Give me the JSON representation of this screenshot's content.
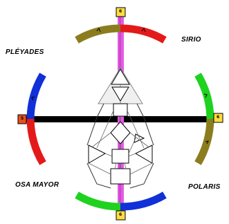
{
  "labels": {
    "sirio": "SIRIO",
    "pleyades": "PLÉYADES",
    "osa_mayor": "OSA MAYOR",
    "polaris": "POLARIS"
  },
  "markers": {
    "top": "6",
    "bottom": "6",
    "left": "5",
    "right": "6"
  },
  "colors": {
    "olive": "#8b7d1e",
    "red": "#e41a1a",
    "blue": "#1030d8",
    "green": "#1fd21f",
    "magenta": "#e25ce2",
    "black": "#000000",
    "yellow": "#ffdc3c",
    "orange_marker": "#e8501a"
  }
}
